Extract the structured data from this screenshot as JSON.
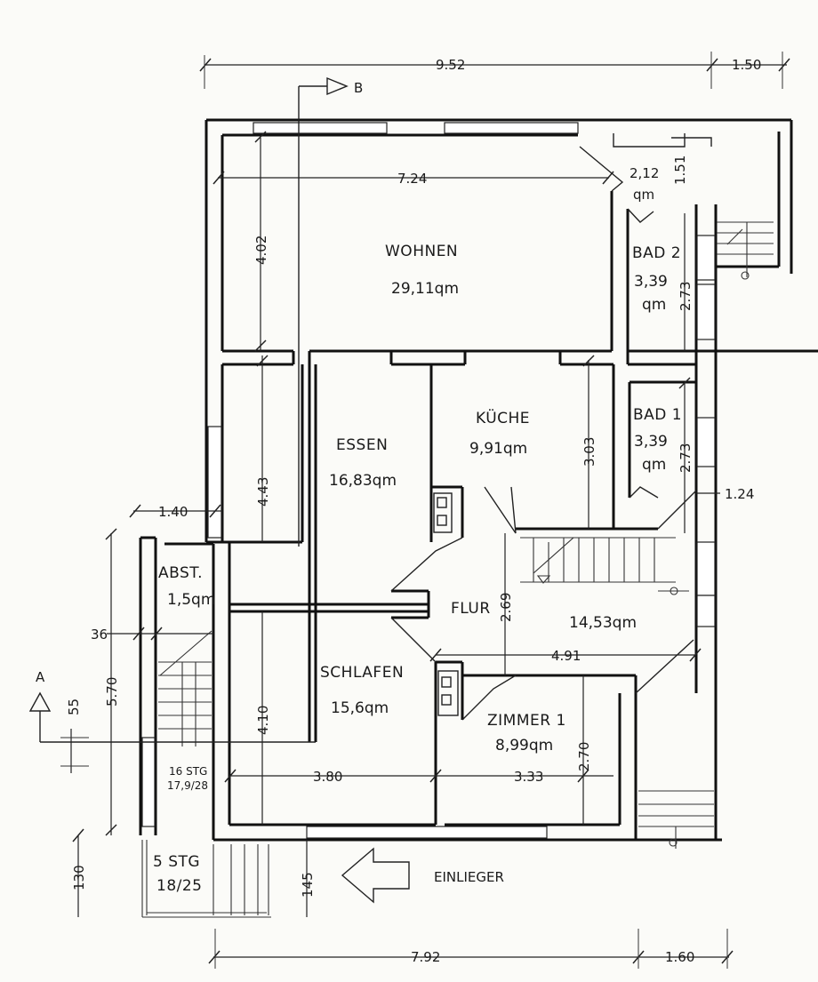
{
  "dimensions": {
    "top_total": "9.52",
    "top_right": "1.50",
    "wohnen_width": "7.24",
    "wohnen_depth": "4.02",
    "essen_depth": "4.43",
    "bad2_area_a": "2,12",
    "bad2_area_unit": "qm",
    "bad2_small": "1.51",
    "bad2_depth": "2.73",
    "bad1_depth": "2.73",
    "kueche_depth": "3.03",
    "right_124": "1.24",
    "abst_width": "1.40",
    "left_36": "36",
    "left_570": "5.70",
    "left_55": "55",
    "flur_depth": "2.69",
    "flur_width": "4.91",
    "schlafen_depth": "4.10",
    "schlafen_width": "3.80",
    "zimmer_width": "3.33",
    "zimmer_depth": "2.70",
    "bottom_130": "130",
    "bottom_145": "145",
    "bottom_total": "7.92",
    "bottom_right": "1.60"
  },
  "rooms": {
    "wohnen": {
      "name": "WOHNEN",
      "area": "29,11qm"
    },
    "bad2": {
      "name": "BAD 2",
      "area": "3,39",
      "unit": "qm"
    },
    "essen": {
      "name": "ESSEN",
      "area": "16,83qm"
    },
    "kueche": {
      "name": "KÜCHE",
      "area": "9,91qm"
    },
    "bad1": {
      "name": "BAD 1",
      "area": "3,39",
      "unit": "qm"
    },
    "abst": {
      "name": "ABST.",
      "area": "1,5qm"
    },
    "flur": {
      "name": "FLUR",
      "area": "14,53qm"
    },
    "schlafen": {
      "name": "SCHLAFEN",
      "area": "15,6qm"
    },
    "zimmer1": {
      "name": "ZIMMER 1",
      "area": "8,99qm"
    }
  },
  "stairs": {
    "inner_count": "16 STG",
    "inner_ratio": "17,9/28",
    "outer_count": "5 STG",
    "outer_ratio": "18/25"
  },
  "sections": {
    "a": "A",
    "b": "B"
  },
  "entrance": {
    "label": "EINLIEGER"
  }
}
